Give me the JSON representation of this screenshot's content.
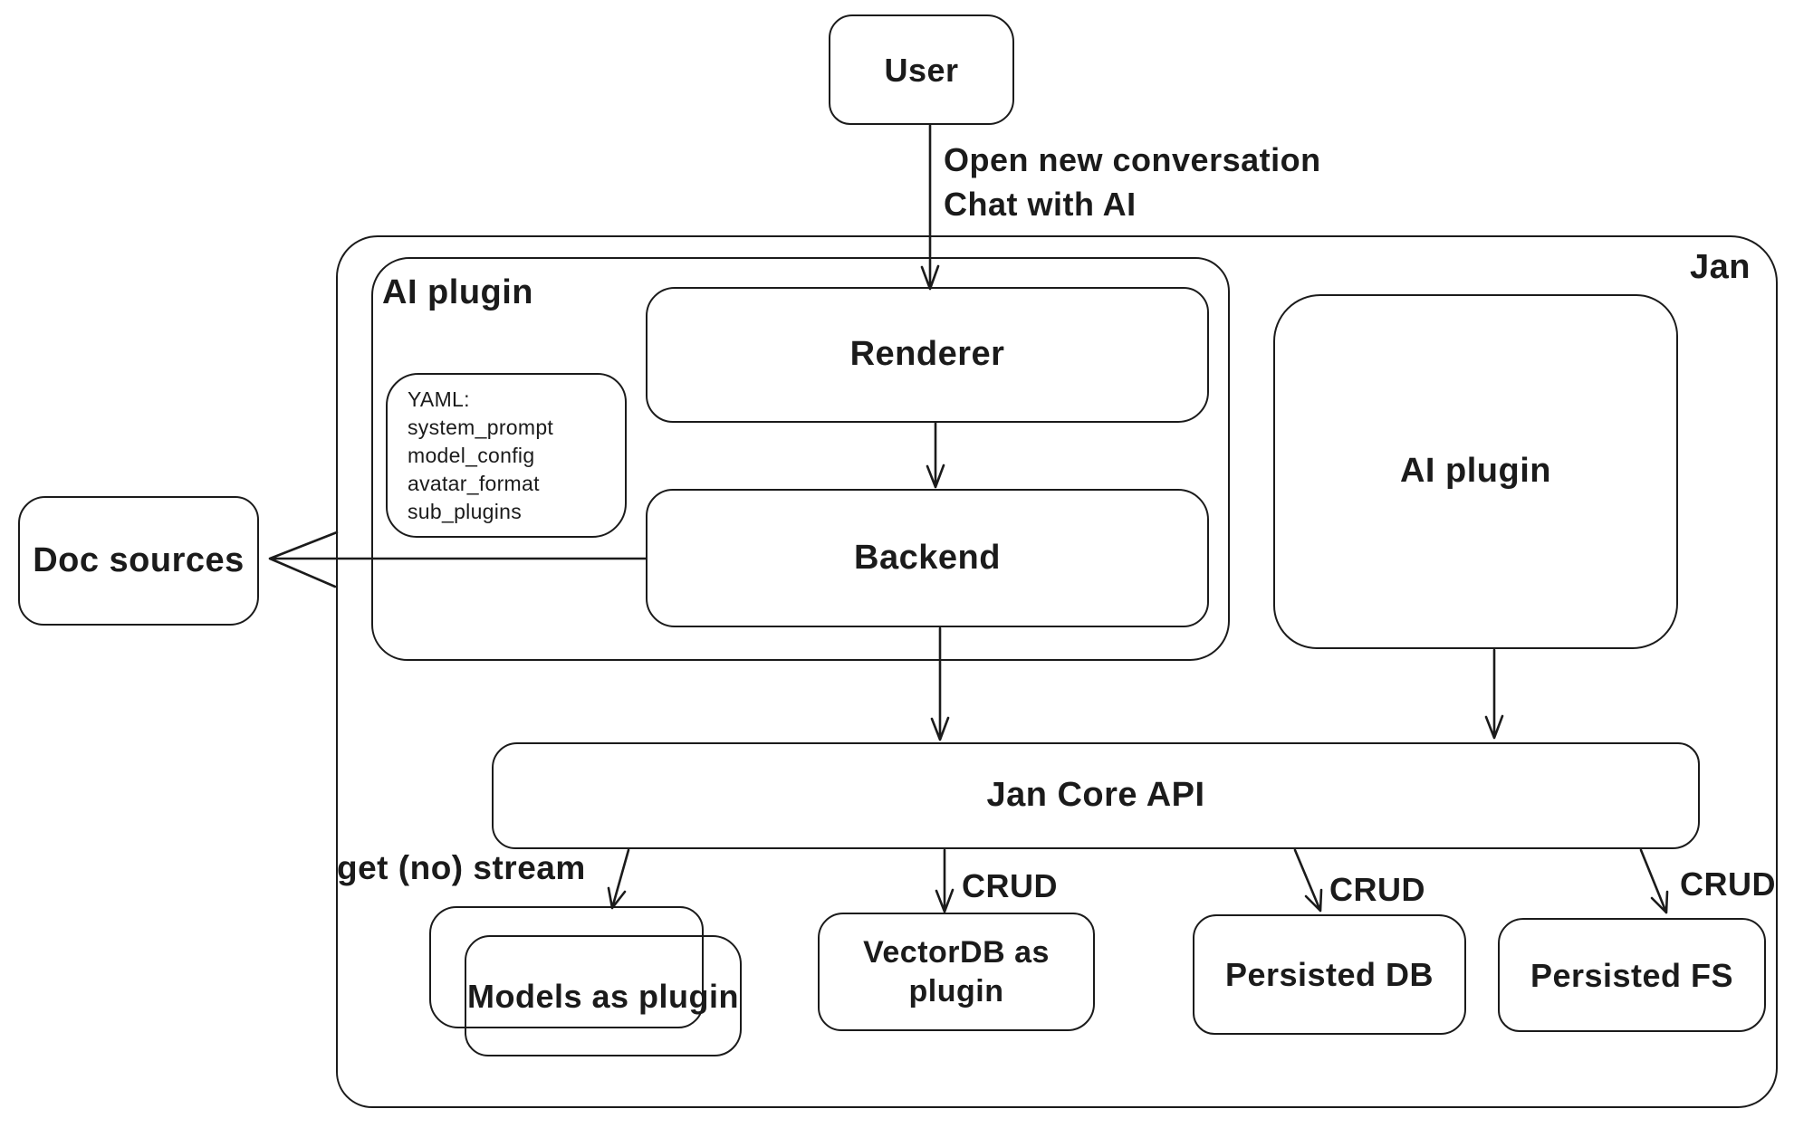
{
  "canvas": {
    "background": "#ffffff",
    "ink": "#1b1b1b"
  },
  "nodes": {
    "user": "User",
    "jan": "Jan",
    "ai_plugin_group": "AI plugin",
    "renderer": "Renderer",
    "backend": "Backend",
    "yaml_note": "YAML:\nsystem_prompt\nmodel_config\navatar_format\nsub_plugins",
    "doc_sources": "Doc sources",
    "ai_plugin_right": "AI plugin",
    "jan_core_api": "Jan Core API",
    "models_as_plugin": "Models as plugin",
    "vectordb_as_plugin": "VectorDB as plugin",
    "persisted_db": "Persisted DB",
    "persisted_fs": "Persisted FS"
  },
  "edges": {
    "user_to_renderer": "Open new conversation\nChat with AI",
    "core_to_models": "get (no) stream",
    "core_to_vectordb": "CRUD",
    "core_to_persisted_db": "CRUD",
    "core_to_persisted_fs": "CRUD"
  }
}
